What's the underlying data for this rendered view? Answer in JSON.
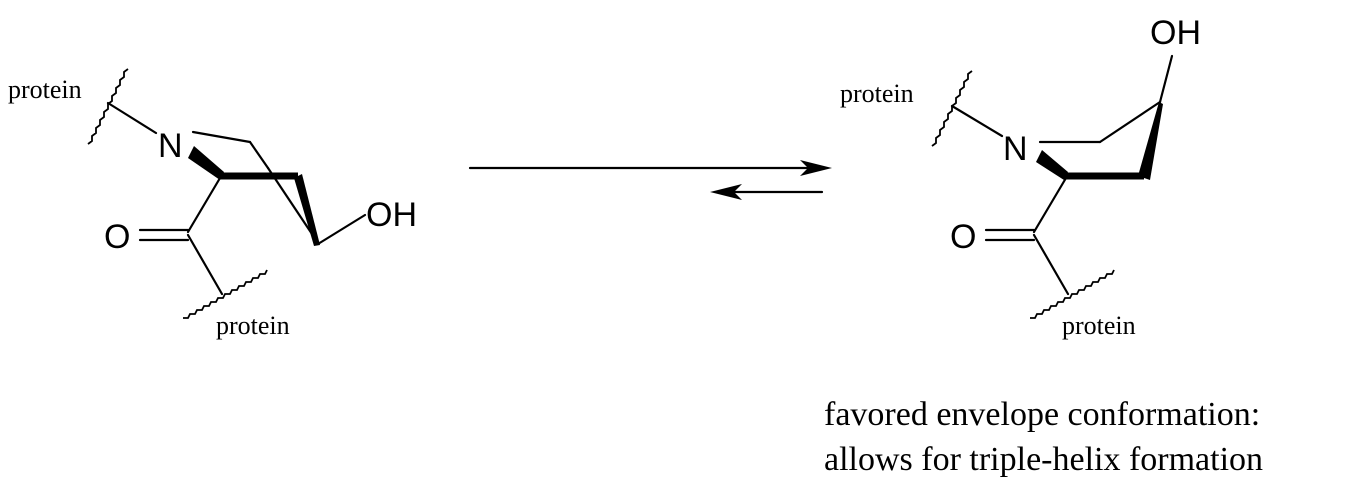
{
  "left": {
    "n": "N",
    "o": "O",
    "oh": "OH",
    "protein_top": "protein",
    "protein_bottom": "protein"
  },
  "right": {
    "n": "N",
    "o": "O",
    "oh": "OH",
    "protein_top": "protein",
    "protein_bottom": "protein"
  },
  "caption": {
    "line1": "favored envelope conformation:",
    "line2": "allows for triple-helix formation"
  }
}
